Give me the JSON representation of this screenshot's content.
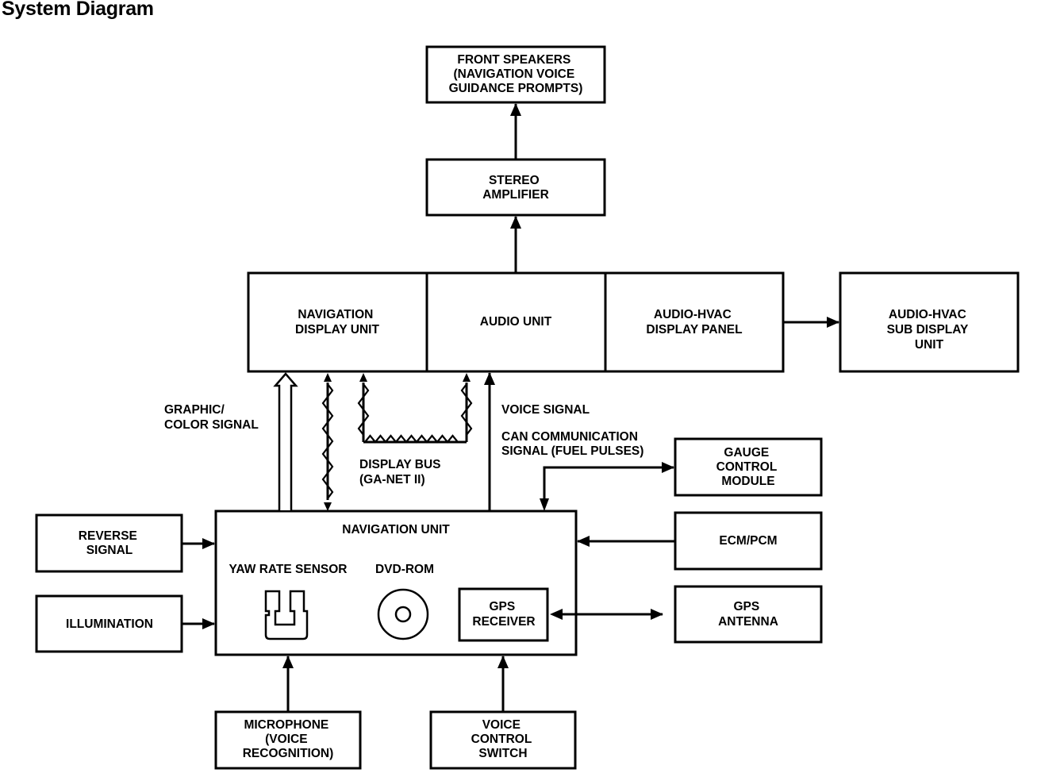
{
  "title": "System Diagram",
  "blocks": {
    "front_speakers": [
      "FRONT SPEAKERS",
      "(NAVIGATION VOICE",
      "GUIDANCE PROMPTS)"
    ],
    "stereo_amplifier": [
      "STEREO",
      "AMPLIFIER"
    ],
    "navigation_display_unit": [
      "NAVIGATION",
      "DISPLAY UNIT"
    ],
    "audio_unit": [
      "AUDIO UNIT"
    ],
    "audio_hvac_display_panel": [
      "AUDIO-HVAC",
      "DISPLAY PANEL"
    ],
    "audio_hvac_sub_display_unit": [
      "AUDIO-HVAC",
      "SUB DISPLAY",
      "UNIT"
    ],
    "navigation_unit": [
      "NAVIGATION UNIT"
    ],
    "yaw_rate_sensor": [
      "YAW RATE SENSOR"
    ],
    "dvd_rom": [
      "DVD-ROM"
    ],
    "gps_receiver": [
      "GPS",
      "RECEIVER"
    ],
    "reverse_signal": [
      "REVERSE",
      "SIGNAL"
    ],
    "illumination": [
      "ILLUMINATION"
    ],
    "gauge_control_module": [
      "GAUGE",
      "CONTROL",
      "MODULE"
    ],
    "ecm_pcm": [
      "ECM/PCM"
    ],
    "gps_antenna": [
      "GPS",
      "ANTENNA"
    ],
    "microphone": [
      "MICROPHONE",
      "(VOICE",
      "RECOGNITION)"
    ],
    "voice_control_switch": [
      "VOICE",
      "CONTROL",
      "SWITCH"
    ]
  },
  "signal_labels": {
    "graphic_color_signal": [
      "GRAPHIC/",
      "COLOR SIGNAL"
    ],
    "display_bus": [
      "DISPLAY BUS",
      "(GA-NET II)"
    ],
    "voice_signal": [
      "VOICE SIGNAL"
    ],
    "can_communication": [
      "CAN COMMUNICATION",
      "SIGNAL (FUEL PULSES)"
    ]
  },
  "icons": {
    "yaw_rate_sensor": "yaw-sensor-symbol",
    "dvd_rom": "disc-symbol"
  }
}
